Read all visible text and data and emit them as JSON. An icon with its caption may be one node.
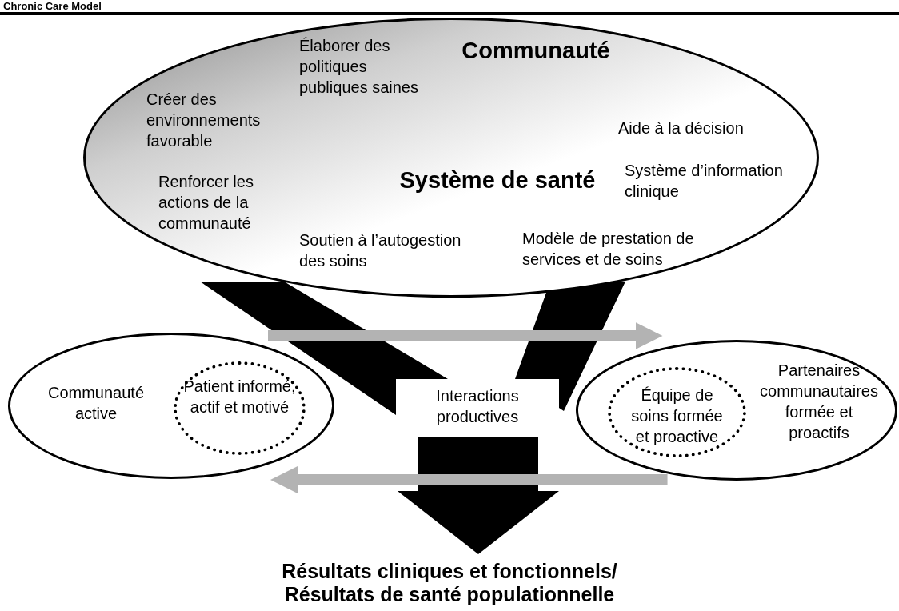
{
  "diagram": {
    "title": "Chronic Care Model",
    "nodes": [
      {
        "text": [
          "Communauté",
          "Système de santé"
        ]
      },
      {
        "text": [
          "Communauté active"
        ]
      },
      {
        "text": [
          "Patient informé, actif et motivé"
        ],
        "in": 1
      },
      {
        "text": [
          "Partenaires communautaires formée et proactifs"
        ]
      },
      {
        "text": [
          "Équipe de soins formée et proactive"
        ],
        "in": 3
      },
      {
        "text": [
          "Interactions productives"
        ]
      },
      {
        "text": [
          "Résultats cliniques et fonctionnels/ Résultats de santé populationnelle"
        ]
      }
    ],
    "edges": [
      {
        "from": 0,
        "to": 5,
        "arrow": "none",
        "style": "thick",
        "color": "#000000"
      },
      {
        "from": 5,
        "to": 6,
        "arrow": "to",
        "style": "thick",
        "color": "#000000"
      },
      {
        "from": 1,
        "to": 3,
        "arrow": "to",
        "color": "#b3b3b3"
      },
      {
        "from": 3,
        "to": 1,
        "arrow": "to",
        "color": "#b3b3b3"
      }
    ],
    "labels": [
      "Élaborer des politiques publiques saines",
      "Créer des environnements favorable",
      "Aide à la décision",
      "Système d’information clinique",
      "Renforcer les actions de la communauté",
      "Soutien à l’autogestion des soins",
      "Modèle de prestation de services et de soins"
    ]
  }
}
